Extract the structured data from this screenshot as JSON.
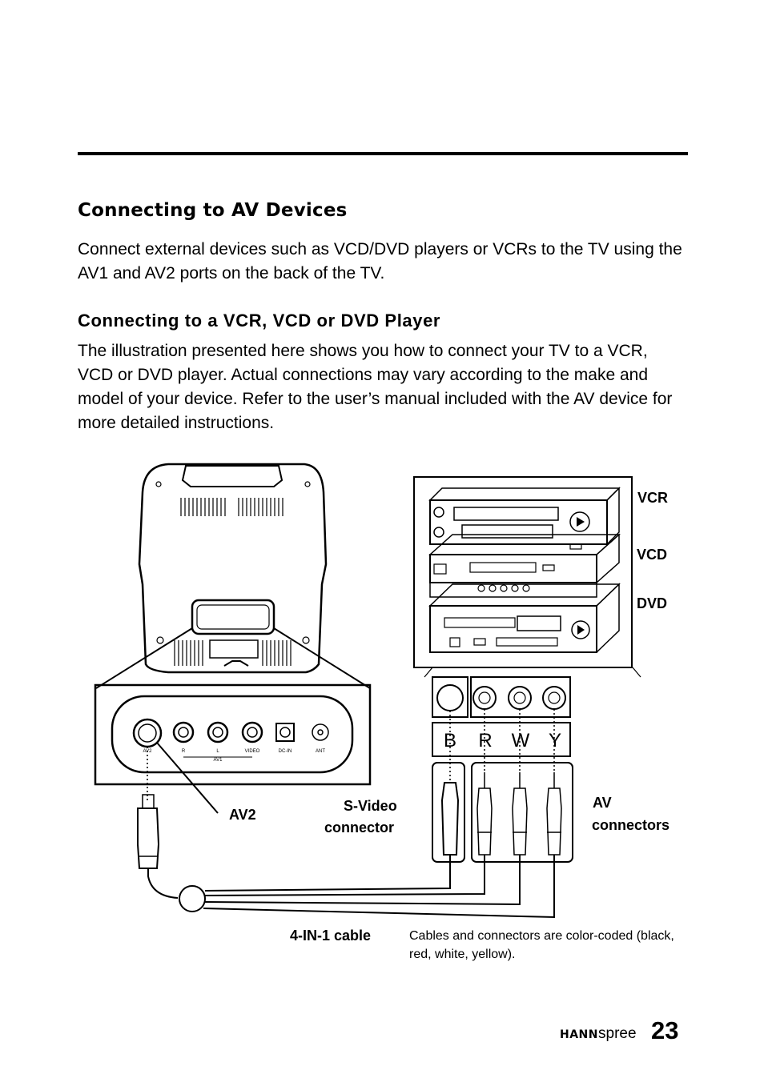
{
  "section_title": "Connecting to AV Devices",
  "intro": "Connect external devices such as VCD/DVD players or VCRs to the TV using the AV1 and AV2 ports on the back of the TV.",
  "subsection_title": "Connecting to a VCR, VCD or DVD Player",
  "body": "The illustration presented here shows you how to connect your TV to a VCR, VCD or DVD player. Actual connections may vary according to the make and model of your device. Refer to the user’s manual included with the AV device for more detailed instructions.",
  "diagram": {
    "devices": {
      "vcr": "VCR",
      "vcd": "VCD",
      "dvd": "DVD"
    },
    "color_codes": [
      "B",
      "R",
      "W",
      "Y"
    ],
    "panel_ports": [
      "AV2",
      "R",
      "L",
      "VIDEO",
      "DC-IN",
      "ANT"
    ],
    "panel_group": "AV1",
    "labels": {
      "av2": "AV2",
      "svideo_1": "S-Video",
      "svideo_2": "connector",
      "av_1": "AV",
      "av_2": "connectors",
      "cable": "4-IN-1 cable"
    },
    "note": "Cables and connectors are color-coded (black, red, white, yellow)."
  },
  "footer": {
    "brand_bold": "HANN",
    "brand_light": "spree",
    "page_number": "23"
  }
}
